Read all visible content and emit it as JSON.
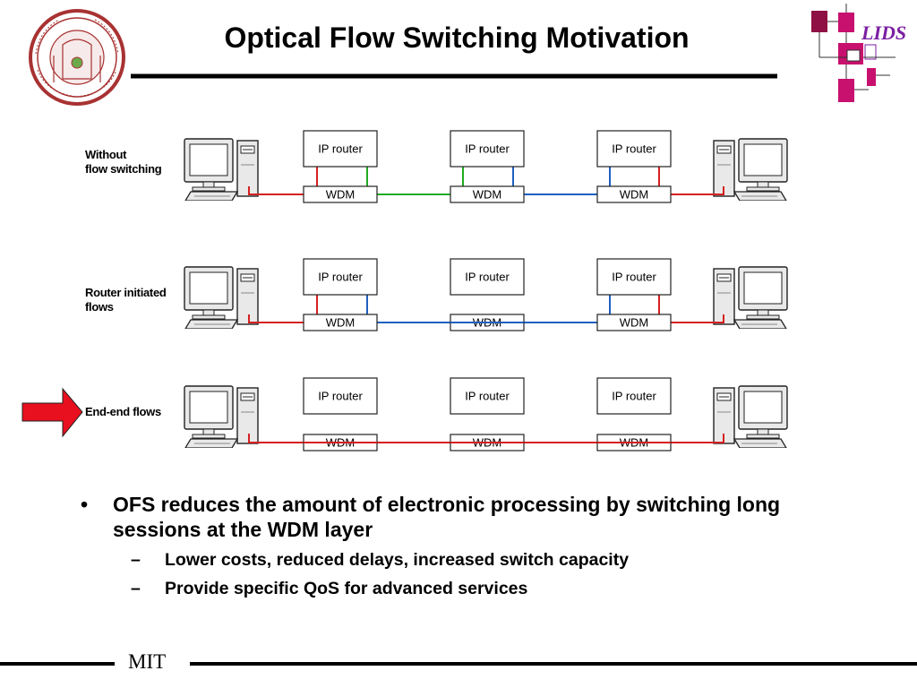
{
  "title": "Optical Flow Switching Motivation",
  "logo_right_text": "LIDS",
  "footer_text": "MIT",
  "rows": [
    {
      "label_lines": [
        "Without",
        "flow switching"
      ]
    },
    {
      "label_lines": [
        "Router initiated",
        "flows"
      ]
    },
    {
      "label_lines": [
        "End-end flows"
      ]
    }
  ],
  "node_labels": {
    "router": "IP router",
    "wdm": "WDM"
  },
  "bullets": [
    {
      "text": "OFS reduces the amount of electronic processing by switching long sessions at the WDM layer",
      "sub": [
        "Lower costs, reduced delays, increased switch capacity",
        "Provide specific QoS for advanced services"
      ]
    }
  ],
  "colors": {
    "red": "#d62020",
    "green": "#1faa1f",
    "blue": "#1f5fbf",
    "arrow": "#e8101e",
    "seal": "#a83232",
    "lids_dark": "#8e1045",
    "lids_pink": "#c8106e",
    "lids_text": "#7b1fa2"
  }
}
